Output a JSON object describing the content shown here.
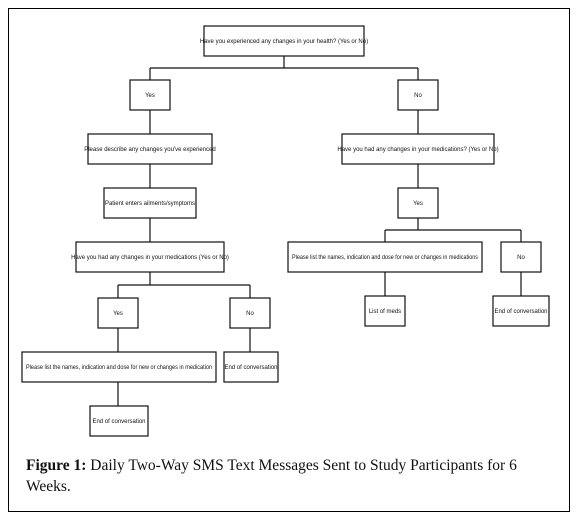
{
  "nodes": {
    "q_health": "Have you experienced any changes in your health? (Yes or No)",
    "yes_1": "Yes",
    "no_1": "No",
    "describe": "Please describe any changes you've experienced",
    "patient_enters": "Patient enters ailments/symptoms",
    "q_meds_left": "Have you had any changes in your medications (Yes or No)",
    "yes_left": "Yes",
    "no_left": "No",
    "list_left": "Please list the names, indication and dose for new or changes in medication",
    "end_left_no": "End of conversation",
    "end_left_yes": "End of conversation",
    "q_meds_right": "Have you had any changes in your medications? (Yes or No)",
    "yes_right": "Yes",
    "list_right": "Please list the names, indication and dose for new or changes in medications",
    "no_right": "No",
    "list_of_meds": "List of meds",
    "end_right": "End of conversation"
  },
  "caption": {
    "label": "Figure 1:",
    "text": " Daily Two-Way SMS Text Messages Sent to Study Participants for 6 Weeks."
  }
}
